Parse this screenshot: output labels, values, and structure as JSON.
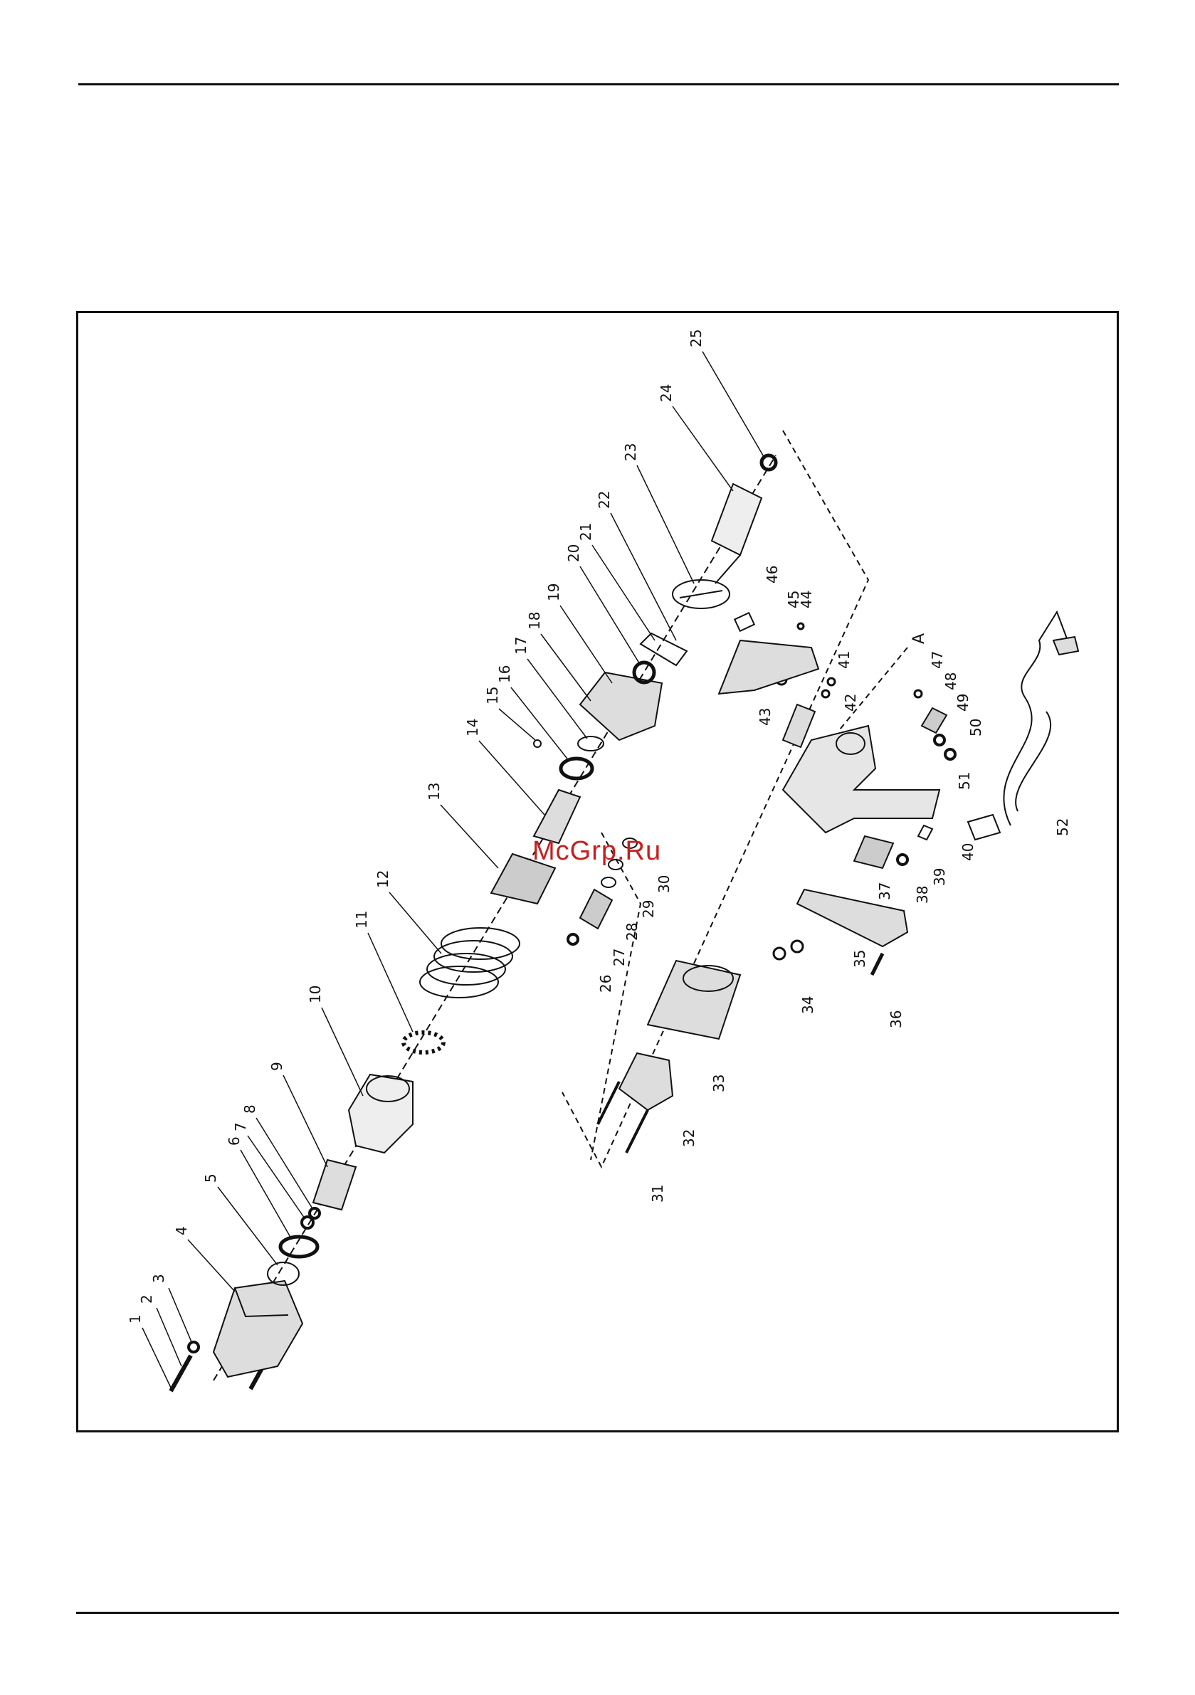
{
  "watermark": "McGrp.Ru",
  "section_marker": "A",
  "labels": [
    "1",
    "2",
    "3",
    "4",
    "5",
    "6",
    "7",
    "8",
    "9",
    "10",
    "11",
    "12",
    "13",
    "14",
    "15",
    "16",
    "17",
    "18",
    "19",
    "20",
    "21",
    "22",
    "23",
    "24",
    "25",
    "26",
    "27",
    "28",
    "29",
    "30",
    "31",
    "32",
    "33",
    "34",
    "35",
    "36",
    "37",
    "38",
    "39",
    "40",
    "41",
    "42",
    "43",
    "44",
    "45",
    "46",
    "47",
    "48",
    "49",
    "50",
    "51",
    "52"
  ],
  "colors": {
    "ink": "#111111",
    "watermark": "#c81e1e"
  }
}
